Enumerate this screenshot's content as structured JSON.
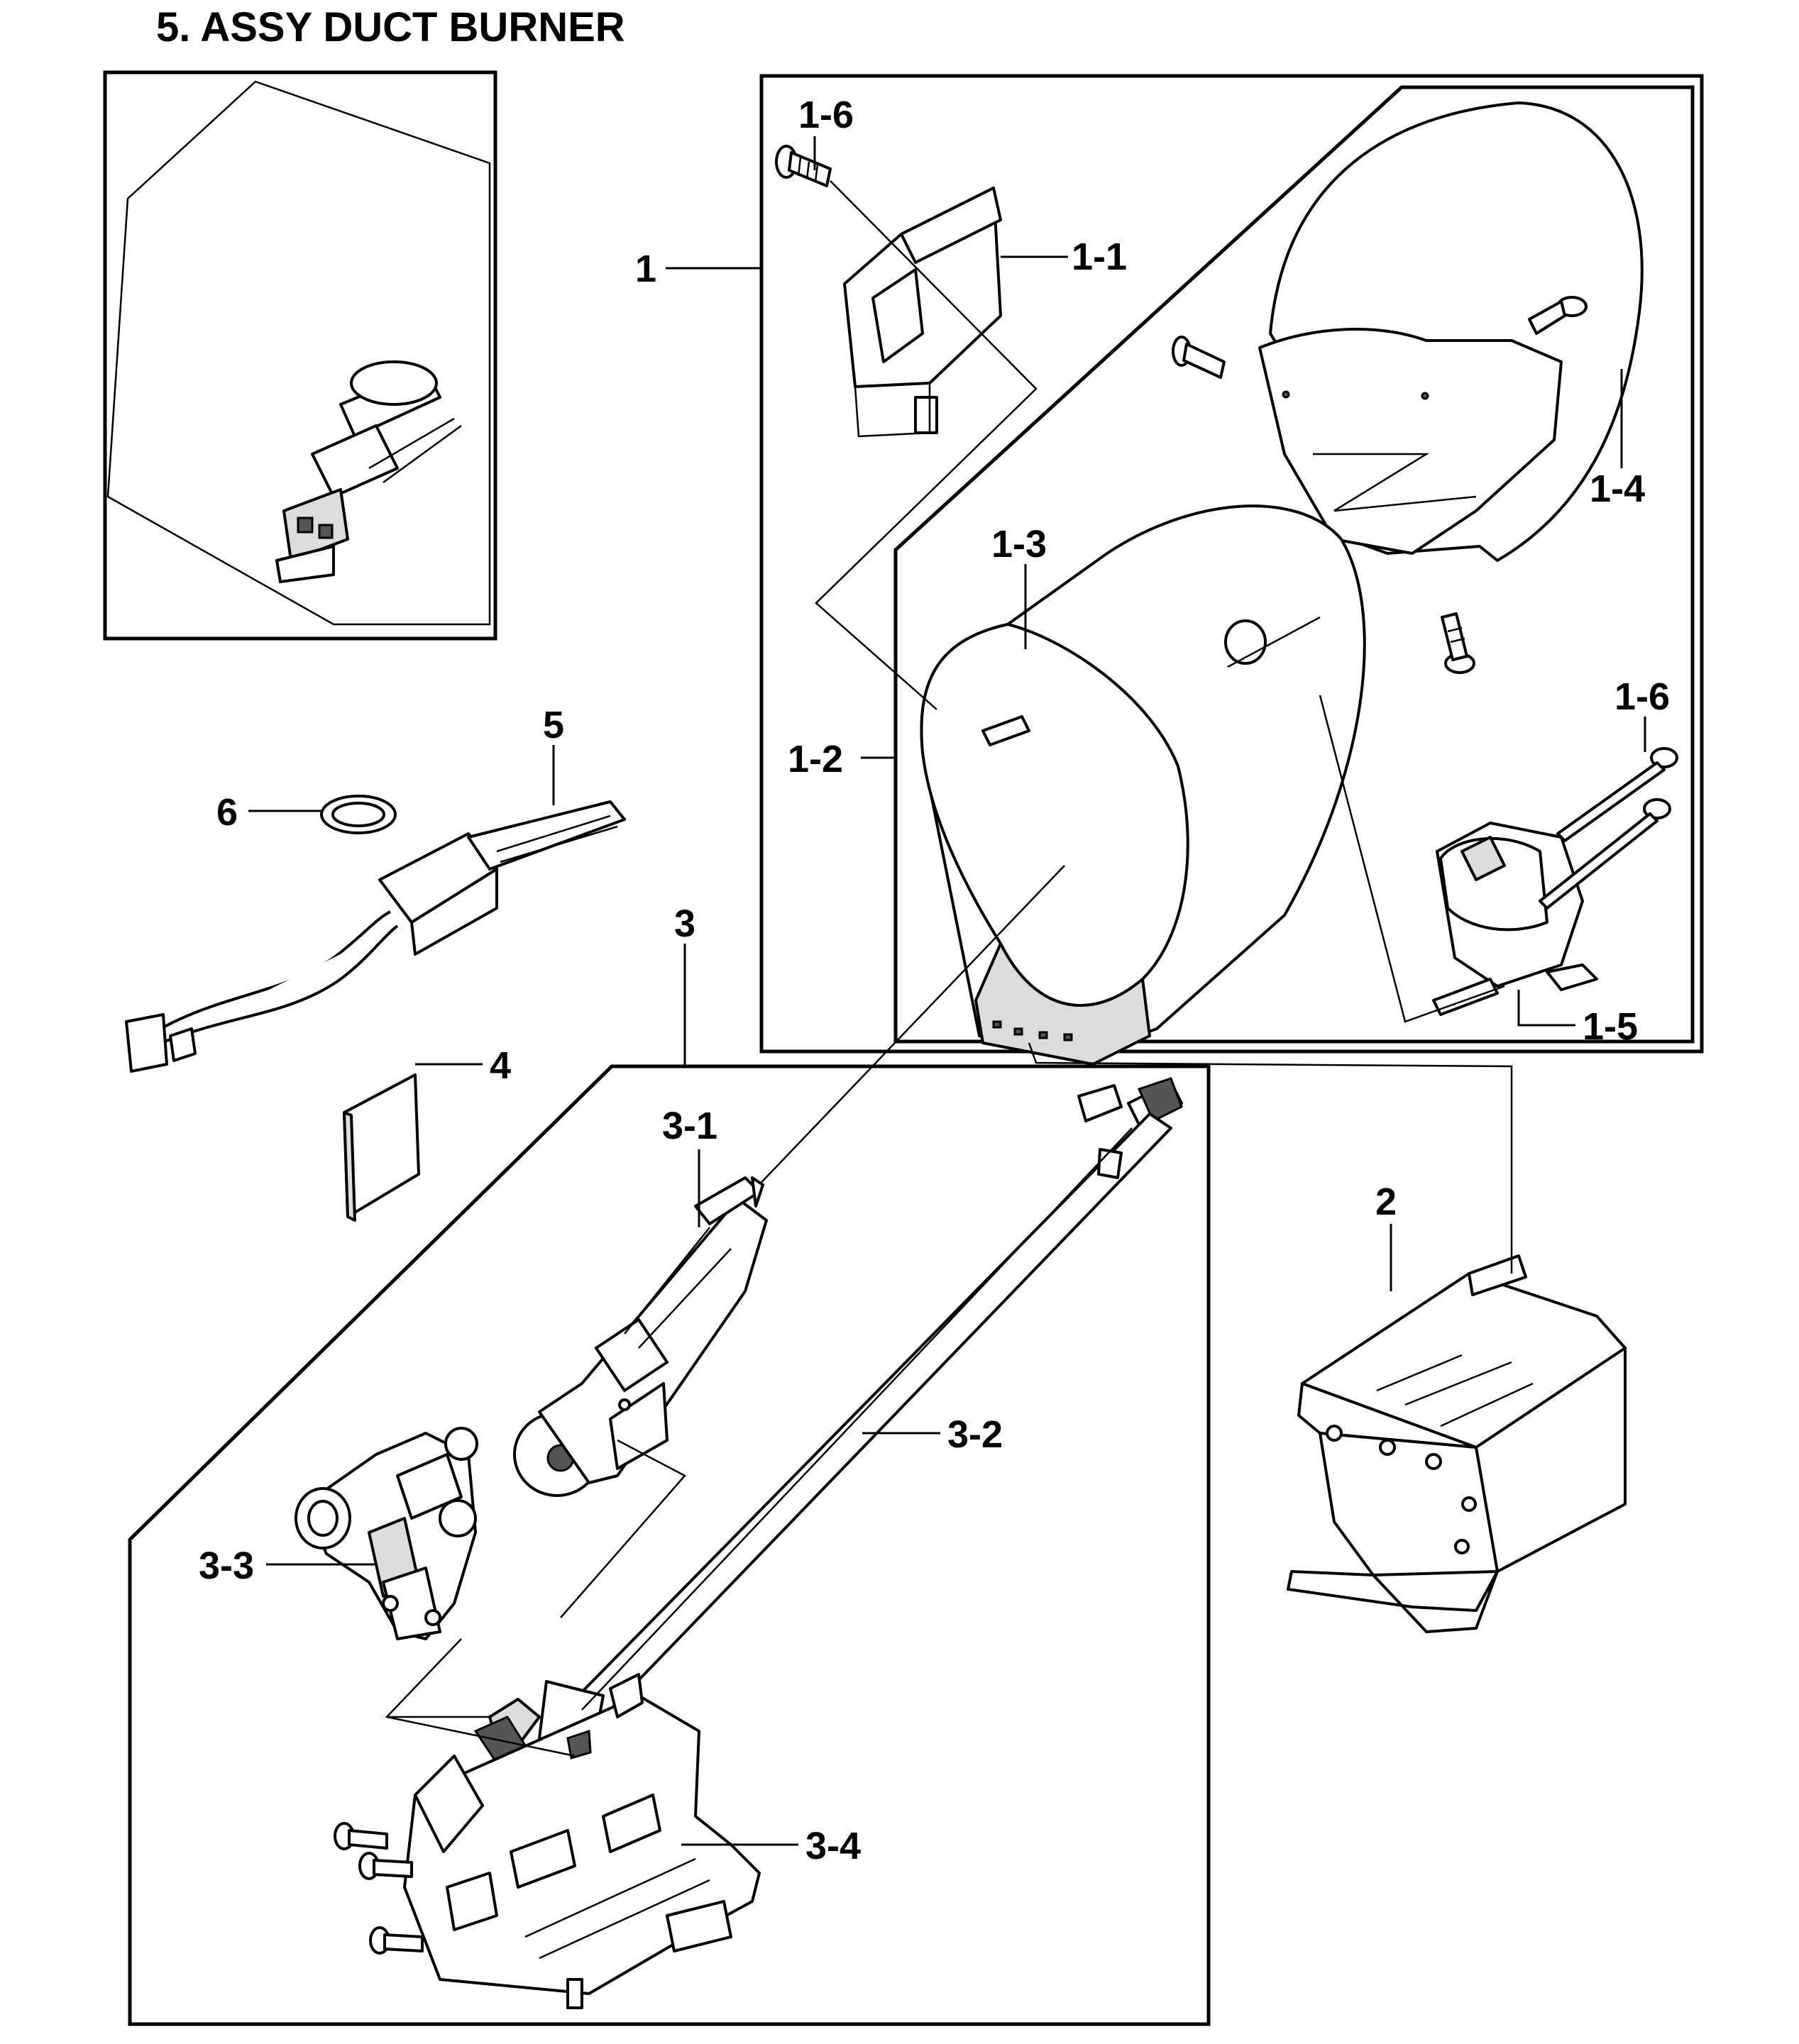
{
  "title": "5. ASSY DUCT BURNER",
  "labels": {
    "l1": "1",
    "l1_1": "1-1",
    "l1_2": "1-2",
    "l1_3": "1-3",
    "l1_4": "1-4",
    "l1_5": "1-5",
    "l1_6a": "1-6",
    "l1_6b": "1-6",
    "l2": "2",
    "l3": "3",
    "l3_1": "3-1",
    "l3_2": "3-2",
    "l3_3": "3-3",
    "l3_4": "3-4",
    "l4": "4",
    "l5": "5",
    "l6": "6"
  }
}
